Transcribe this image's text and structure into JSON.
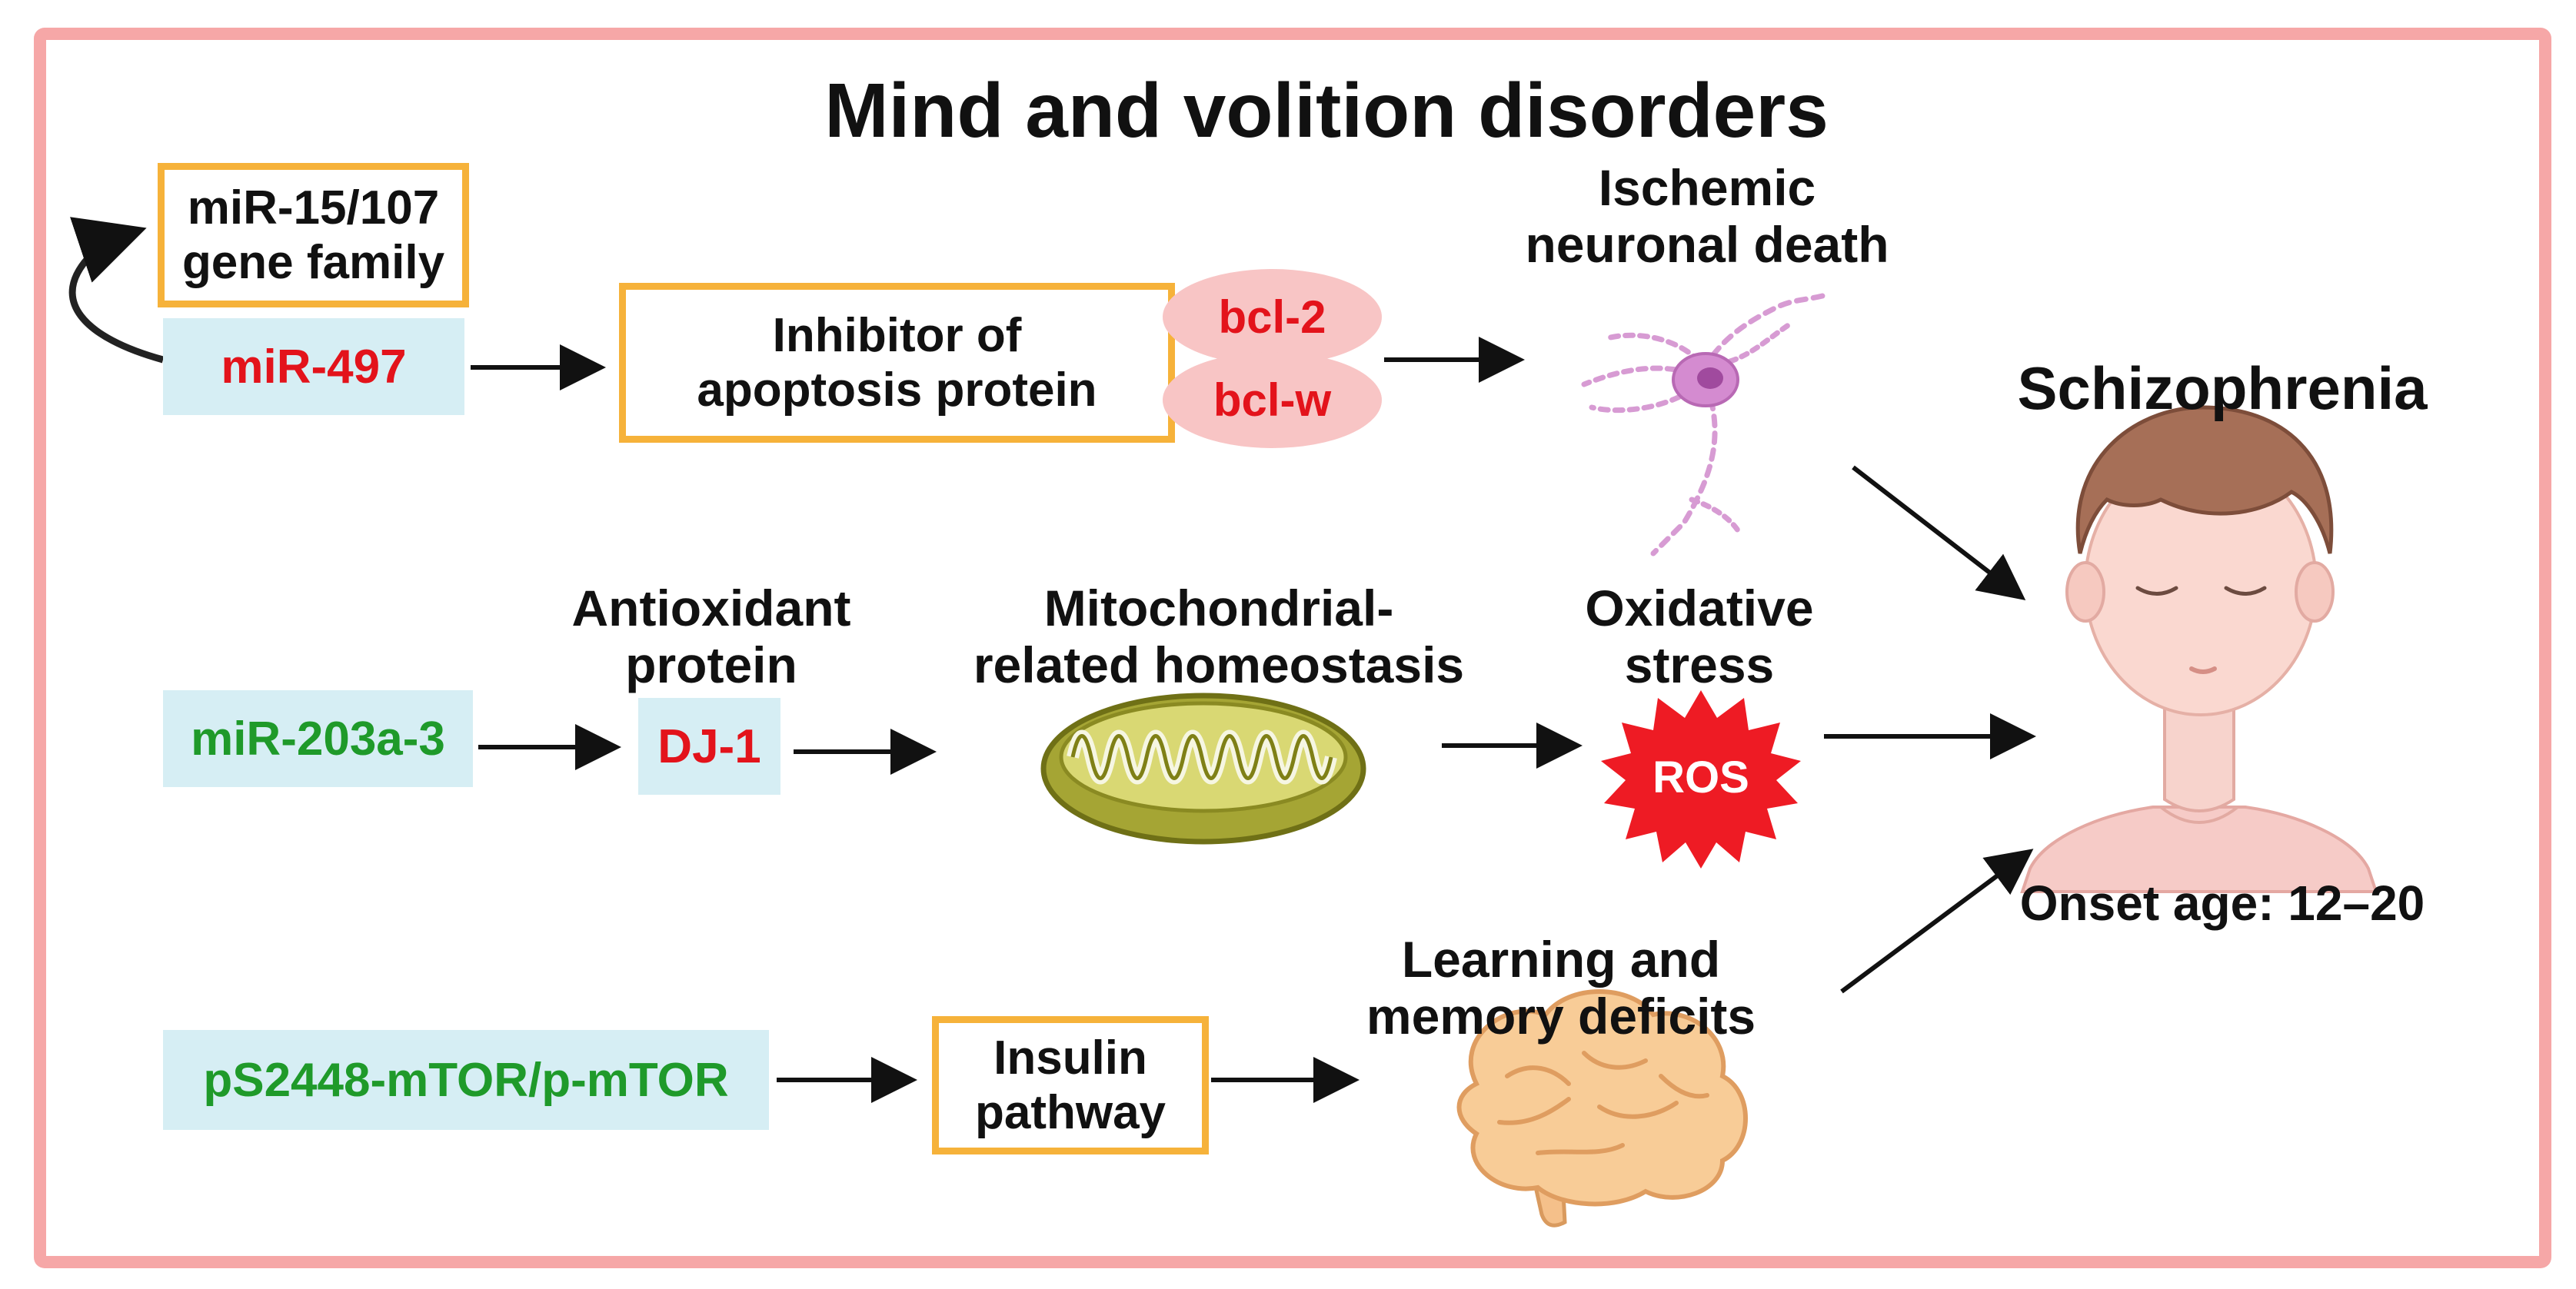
{
  "title": "Mind and volition disorders",
  "nodes": {
    "mir15_family": {
      "line1": "miR-15/107",
      "line2": "gene family"
    },
    "mir497": "miR-497",
    "inhibitor": {
      "line1": "Inhibitor of",
      "line2": "apoptosis protein"
    },
    "bcl2": "bcl-2",
    "bclw": "bcl-w",
    "ischemic": {
      "line1": "Ischemic",
      "line2": "neuronal death"
    },
    "schizophrenia": "Schizophrenia",
    "onset": "Onset age: 12–20",
    "antioxidant": {
      "line1": "Antioxidant",
      "line2": "protein"
    },
    "mir203": "miR-203a-3",
    "dj1": "DJ-1",
    "mito": {
      "line1": "Mitochondrial-",
      "line2": "related homeostasis"
    },
    "oxidative": {
      "line1": "Oxidative",
      "line2": "stress"
    },
    "ros": "ROS",
    "learning": {
      "line1": "Learning and",
      "line2": "memory deficits"
    },
    "mtor": "pS2448-mTOR/p-mTOR",
    "insulin": {
      "line1": "Insulin",
      "line2": "pathway"
    }
  },
  "icons": [
    "neuron-icon",
    "mitochondrion-icon",
    "ros-burst-icon",
    "brain-icon",
    "child-face-icon"
  ],
  "colors": {
    "frame": "#f6a7a7",
    "orange_box": "#f6b23a",
    "cyan_box": "#d6eef4",
    "red_text": "#e3131b",
    "green_text": "#1f9a2a",
    "pill": "#f8c5c5"
  }
}
